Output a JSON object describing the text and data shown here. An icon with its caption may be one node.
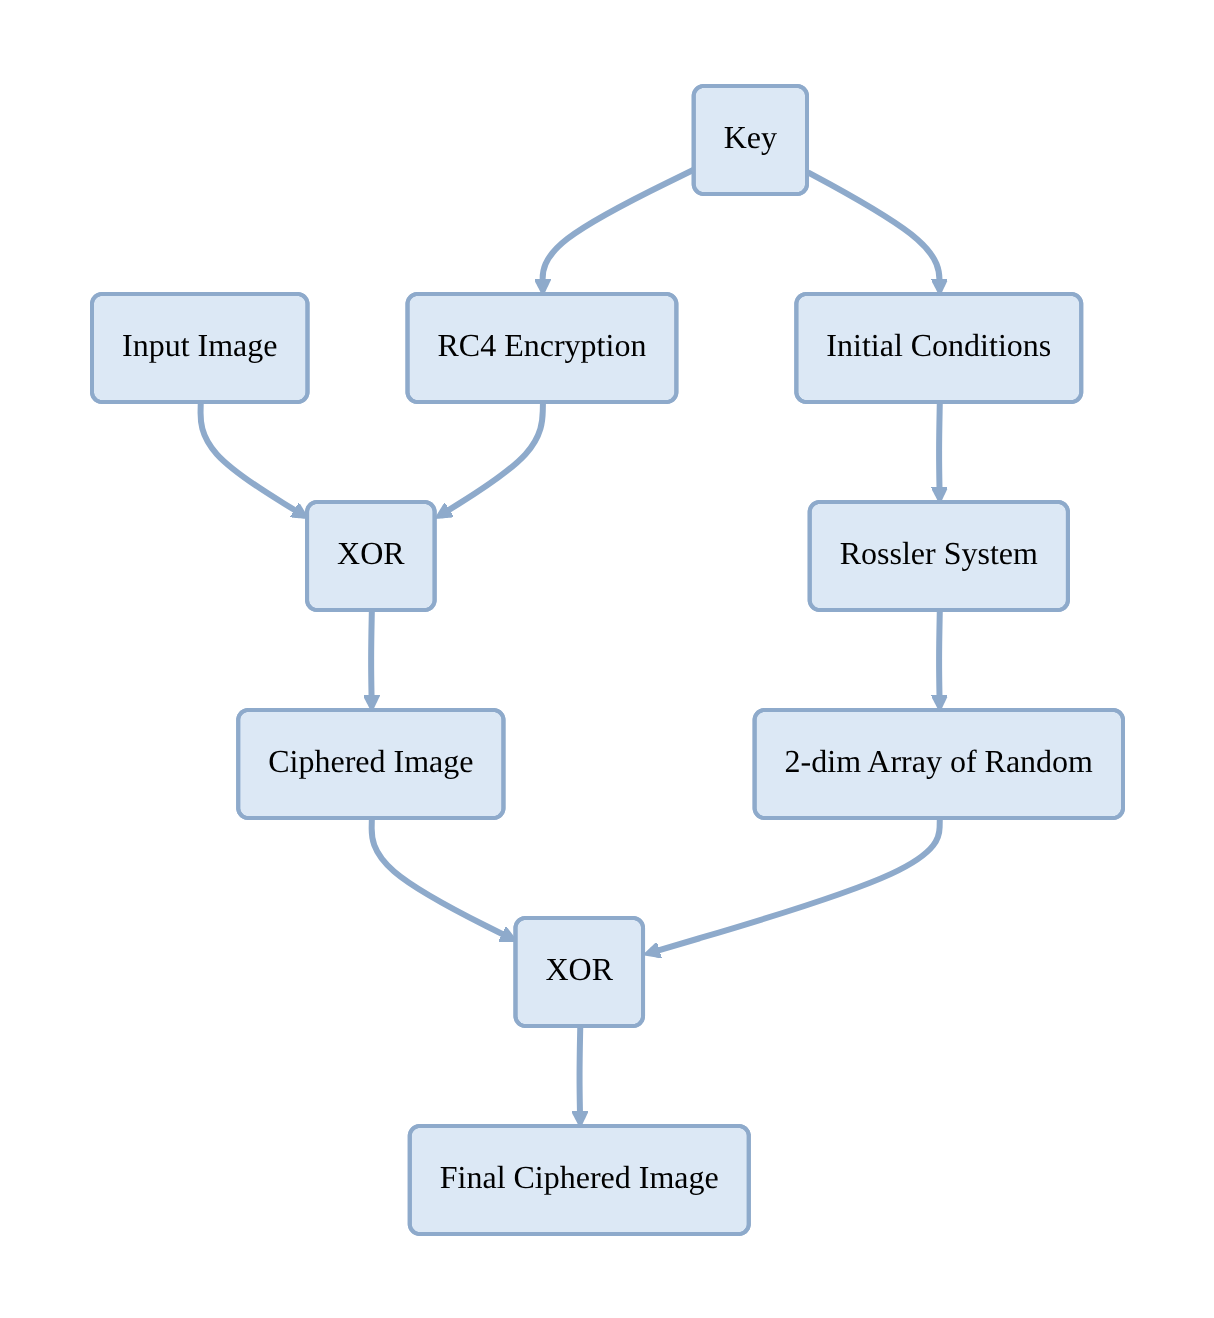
{
  "diagram": {
    "nodes": [
      {
        "text": [
          "Input Image"
        ]
      },
      {
        "text": [
          "RC4 Encryption"
        ]
      },
      {
        "text": [
          "Key"
        ]
      },
      {
        "text": [
          "XOR"
        ]
      },
      {
        "text": [
          "Initial Conditions"
        ]
      },
      {
        "text": [
          "Ciphered Image"
        ]
      },
      {
        "text": [
          "2-dim Array of Random"
        ]
      },
      {
        "text": [
          "Rossler System"
        ]
      },
      {
        "text": [
          "XOR"
        ]
      },
      {
        "text": [
          "Final Ciphered Image"
        ]
      }
    ],
    "edges": [
      {
        "from": 0,
        "to": 3,
        "arrow": "to"
      },
      {
        "from": 2,
        "to": 1,
        "arrow": "to"
      },
      {
        "from": 1,
        "to": 3,
        "arrow": "to"
      },
      {
        "from": 2,
        "to": 4,
        "arrow": "to"
      },
      {
        "from": 3,
        "to": 5,
        "arrow": "to"
      },
      {
        "from": 4,
        "to": 7,
        "arrow": "to"
      },
      {
        "from": 7,
        "to": 6,
        "arrow": "to"
      },
      {
        "from": 5,
        "to": 8,
        "arrow": "to"
      },
      {
        "from": 6,
        "to": 8,
        "arrow": "to"
      },
      {
        "from": 8,
        "to": 9,
        "arrow": "to"
      }
    ]
  }
}
